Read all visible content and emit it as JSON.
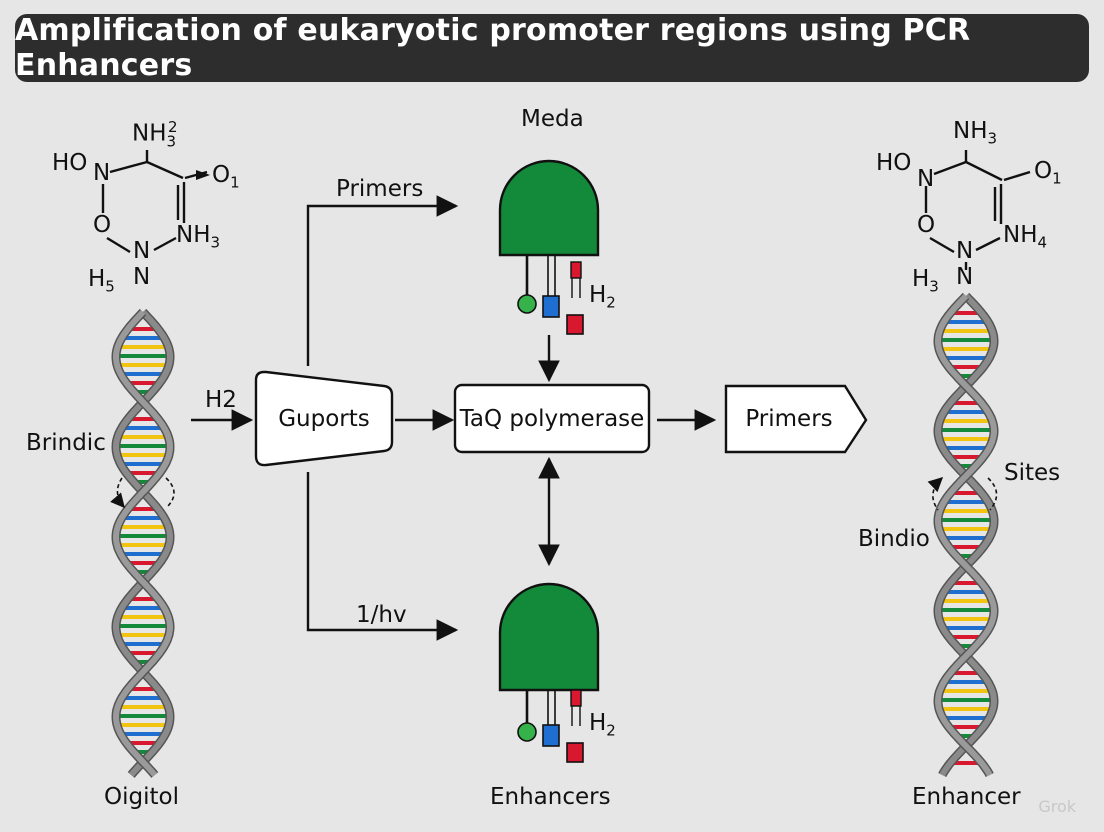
{
  "title": "Amplification of eukaryotic promoter regions using PCR Enhancers",
  "left_molecule": {
    "top": "NH",
    "top_sub": "3",
    "top_sup": "2",
    "left_group": "HO",
    "ring_n_top": "N",
    "ring_o": "O",
    "right_o": "O",
    "right_o_sub": "1",
    "right_nh": "NH",
    "right_nh_sub": "3",
    "bottom_n": "N",
    "bottom_n2": "N",
    "h": "H",
    "h_sub": "5"
  },
  "right_molecule": {
    "top": "NH",
    "top_sub": "3",
    "left_group": "HO",
    "ring_n_top": "N",
    "ring_o": "O",
    "right_o": "O",
    "right_o_sub": "1",
    "right_nh": "NH",
    "right_nh_sub": "4",
    "bottom_n": "N",
    "bottom_n2": "N",
    "h": "H",
    "h_sub": "3"
  },
  "labels": {
    "left_side": "Brindic",
    "left_bottom": "Oigitol",
    "right_sites": "Sites",
    "right_side": "Bindio",
    "right_bottom": "Enhancer",
    "h2_arrow": "H2",
    "primers_top": "Primers",
    "hv": "1/hv",
    "meda": "Meda",
    "enhancers": "Enhancers",
    "h2_top": "H",
    "h2_top_sub": "2",
    "h2_bottom": "H",
    "h2_bottom_sub": "2"
  },
  "boxes": {
    "guports": "Guports",
    "taq": "TaQ polymerase",
    "primers": "Primers"
  },
  "watermark": "Grok",
  "colors": {
    "title_bg": "#2d2d2d",
    "green": "#138a3a",
    "blue": "#1f6fd1",
    "red": "#d8182e",
    "yellow": "#f2c40f",
    "strand": "#8a8a8a",
    "background": "#e6e6e6"
  }
}
